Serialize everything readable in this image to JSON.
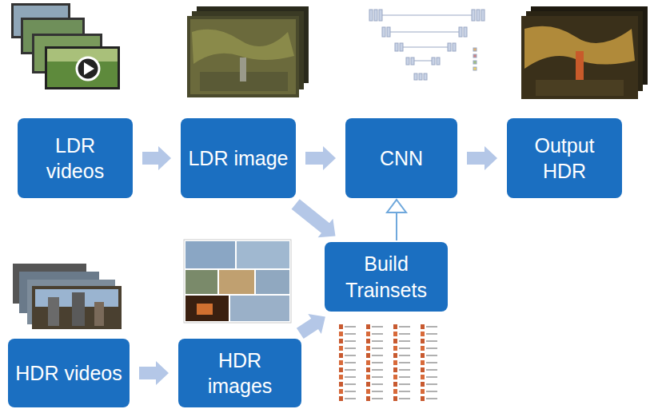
{
  "diagram": {
    "nodes": [
      {
        "text": [
          "LDR videos"
        ]
      },
      {
        "text": [
          "LDR image"
        ]
      },
      {
        "text": [
          "CNN"
        ]
      },
      {
        "text": [
          "Output HDR"
        ]
      },
      {
        "text": [
          "Build Trainsets"
        ]
      },
      {
        "text": [
          "HDR videos"
        ]
      },
      {
        "text": [
          "HDR images"
        ]
      }
    ],
    "edges": [
      {
        "from": 0,
        "to": 1,
        "arrow": "to"
      },
      {
        "from": 1,
        "to": 2,
        "arrow": "to"
      },
      {
        "from": 2,
        "to": 3,
        "arrow": "to"
      },
      {
        "from": 5,
        "to": 6,
        "arrow": "to"
      },
      {
        "from": 1,
        "to": 4,
        "arrow": "to"
      },
      {
        "from": 6,
        "to": 4,
        "arrow": "to"
      },
      {
        "from": 4,
        "to": 2,
        "arrow": "to"
      }
    ]
  }
}
